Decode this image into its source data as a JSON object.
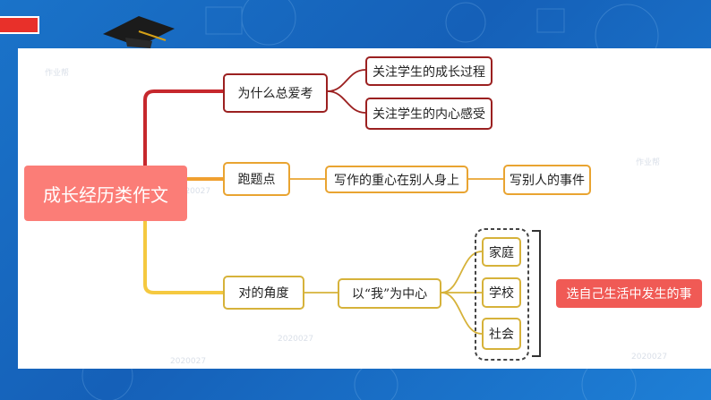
{
  "colors": {
    "background": "#1a73c9",
    "root": "#fb7d77",
    "branch_red": "#c6282d",
    "branch_orange": "#f0a030",
    "branch_yellow": "#f5c940",
    "conclusion": "#f05a55"
  },
  "diagram": {
    "root": "成长经历类作文",
    "branch1": {
      "label": "为什么总爱考",
      "children": [
        "关注学生的成长过程",
        "关注学生的内心感受"
      ]
    },
    "branch2": {
      "label": "跑题点",
      "child": "写作的重心在别人身上",
      "grandchild": "写别人的事件"
    },
    "branch3": {
      "label": "对的角度",
      "child": "以“我”为中心",
      "options": [
        "家庭",
        "学校",
        "社会"
      ],
      "conclusion": "选自己生活中发生的事"
    }
  }
}
